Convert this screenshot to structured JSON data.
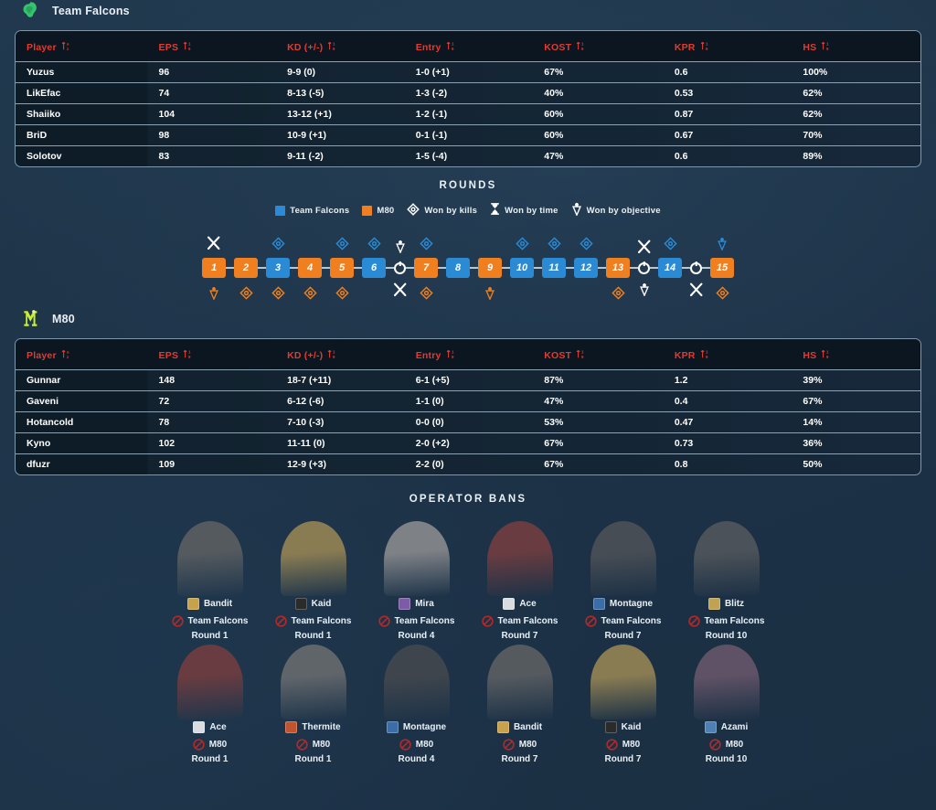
{
  "teams": [
    {
      "id": "team-falcons",
      "name": "Team Falcons",
      "logo_color": "#35c46e",
      "logo_icon": "falcon-head-icon",
      "columns": [
        {
          "key": "player",
          "label": "Player"
        },
        {
          "key": "eps",
          "label": "EPS"
        },
        {
          "key": "kd",
          "label": "KD (+/-)"
        },
        {
          "key": "entry",
          "label": "Entry"
        },
        {
          "key": "kost",
          "label": "KOST"
        },
        {
          "key": "kpr",
          "label": "KPR"
        },
        {
          "key": "hs",
          "label": "HS"
        }
      ],
      "rows": [
        {
          "player": "Yuzus",
          "eps": {
            "v": "96",
            "t": "norm"
          },
          "kd": {
            "v": "9-9 (0)",
            "t": "norm"
          },
          "entry": {
            "v": "1-0 (+1)",
            "t": "good"
          },
          "kost": {
            "v": "67%",
            "t": "good"
          },
          "kpr": {
            "v": "0.6",
            "t": "norm"
          },
          "hs": {
            "v": "100%",
            "t": "good"
          }
        },
        {
          "player": "LikEfac",
          "eps": {
            "v": "74",
            "t": "bad"
          },
          "kd": {
            "v": "8-13 (-5)",
            "t": "bad"
          },
          "entry": {
            "v": "1-3 (-2)",
            "t": "norm"
          },
          "kost": {
            "v": "40%",
            "t": "bad"
          },
          "kpr": {
            "v": "0.53",
            "t": "bad"
          },
          "hs": {
            "v": "62%",
            "t": "bad"
          }
        },
        {
          "player": "Shaiiko",
          "eps": {
            "v": "104",
            "t": "good"
          },
          "kd": {
            "v": "13-12 (+1)",
            "t": "good"
          },
          "entry": {
            "v": "1-2 (-1)",
            "t": "norm"
          },
          "kost": {
            "v": "60%",
            "t": "norm"
          },
          "kpr": {
            "v": "0.87",
            "t": "good"
          },
          "hs": {
            "v": "62%",
            "t": "bad"
          }
        },
        {
          "player": "BriD",
          "eps": {
            "v": "98",
            "t": "norm"
          },
          "kd": {
            "v": "10-9 (+1)",
            "t": "good"
          },
          "entry": {
            "v": "0-1 (-1)",
            "t": "norm"
          },
          "kost": {
            "v": "60%",
            "t": "norm"
          },
          "kpr": {
            "v": "0.67",
            "t": "norm"
          },
          "hs": {
            "v": "70%",
            "t": "norm"
          }
        },
        {
          "player": "Solotov",
          "eps": {
            "v": "83",
            "t": "norm"
          },
          "kd": {
            "v": "9-11 (-2)",
            "t": "norm"
          },
          "entry": {
            "v": "1-5 (-4)",
            "t": "bad"
          },
          "kost": {
            "v": "47%",
            "t": "norm"
          },
          "kpr": {
            "v": "0.6",
            "t": "norm"
          },
          "hs": {
            "v": "89%",
            "t": "norm"
          }
        }
      ]
    },
    {
      "id": "m80",
      "name": "M80",
      "logo_color": "#c8f030",
      "logo_icon": "m80-letter-icon",
      "columns": [
        {
          "key": "player",
          "label": "Player"
        },
        {
          "key": "eps",
          "label": "EPS"
        },
        {
          "key": "kd",
          "label": "KD (+/-)"
        },
        {
          "key": "entry",
          "label": "Entry"
        },
        {
          "key": "kost",
          "label": "KOST"
        },
        {
          "key": "kpr",
          "label": "KPR"
        },
        {
          "key": "hs",
          "label": "HS"
        }
      ],
      "rows": [
        {
          "player": "Gunnar",
          "eps": {
            "v": "148",
            "t": "good"
          },
          "kd": {
            "v": "18-7 (+11)",
            "t": "good"
          },
          "entry": {
            "v": "6-1 (+5)",
            "t": "good"
          },
          "kost": {
            "v": "87%",
            "t": "good"
          },
          "kpr": {
            "v": "1.2",
            "t": "good"
          },
          "hs": {
            "v": "39%",
            "t": "norm"
          }
        },
        {
          "player": "Gaveni",
          "eps": {
            "v": "72",
            "t": "bad"
          },
          "kd": {
            "v": "6-12 (-6)",
            "t": "bad"
          },
          "entry": {
            "v": "1-1 (0)",
            "t": "bad"
          },
          "kost": {
            "v": "47%",
            "t": "bad"
          },
          "kpr": {
            "v": "0.4",
            "t": "bad"
          },
          "hs": {
            "v": "67%",
            "t": "good"
          }
        },
        {
          "player": "Hotancold",
          "eps": {
            "v": "78",
            "t": "norm"
          },
          "kd": {
            "v": "7-10 (-3)",
            "t": "norm"
          },
          "entry": {
            "v": "0-0 (0)",
            "t": "bad"
          },
          "kost": {
            "v": "53%",
            "t": "norm"
          },
          "kpr": {
            "v": "0.47",
            "t": "norm"
          },
          "hs": {
            "v": "14%",
            "t": "bad"
          }
        },
        {
          "player": "Kyno",
          "eps": {
            "v": "102",
            "t": "norm"
          },
          "kd": {
            "v": "11-11 (0)",
            "t": "norm"
          },
          "entry": {
            "v": "2-0 (+2)",
            "t": "norm"
          },
          "kost": {
            "v": "67%",
            "t": "norm"
          },
          "kpr": {
            "v": "0.73",
            "t": "norm"
          },
          "hs": {
            "v": "36%",
            "t": "norm"
          }
        },
        {
          "player": "dfuzr",
          "eps": {
            "v": "109",
            "t": "norm"
          },
          "kd": {
            "v": "12-9 (+3)",
            "t": "norm"
          },
          "entry": {
            "v": "2-2 (0)",
            "t": "bad"
          },
          "kost": {
            "v": "67%",
            "t": "norm"
          },
          "kpr": {
            "v": "0.8",
            "t": "norm"
          },
          "hs": {
            "v": "50%",
            "t": "norm"
          }
        }
      ]
    }
  ],
  "rounds_section": {
    "title": "ROUNDS",
    "legend": [
      {
        "type": "swatch",
        "color": "#2a8ad4",
        "label": "Team Falcons",
        "icon": "blue-square-icon"
      },
      {
        "type": "swatch",
        "color": "#ef7f1f",
        "label": "M80",
        "icon": "orange-square-icon"
      },
      {
        "type": "icon",
        "icon": "kills-diamond-icon",
        "label": "Won by kills"
      },
      {
        "type": "icon",
        "icon": "hourglass-icon",
        "label": "Won by time"
      },
      {
        "type": "icon",
        "icon": "defuser-icon",
        "label": "Won by objective"
      }
    ],
    "rounds": [
      {
        "number": "1",
        "winner": "m80",
        "top_icon": "swords",
        "bottom_icon": "defuser"
      },
      {
        "number": "2",
        "winner": "m80",
        "top_icon": "none",
        "bottom_icon": "kills"
      },
      {
        "number": "3",
        "winner": "team-falcons",
        "top_icon": "kills",
        "bottom_icon": "kills"
      },
      {
        "number": "4",
        "winner": "m80",
        "top_icon": "none",
        "bottom_icon": "kills"
      },
      {
        "number": "5",
        "winner": "m80",
        "top_icon": "kills",
        "bottom_icon": "kills"
      },
      {
        "number": "6",
        "winner": "team-falcons",
        "top_icon": "kills",
        "bottom_icon": "none"
      },
      {
        "number": "7",
        "winner": "m80",
        "top_icon": "kills",
        "bottom_icon": "kills"
      },
      {
        "number": "8",
        "winner": "team-falcons",
        "top_icon": "none",
        "bottom_icon": "none"
      },
      {
        "number": "9",
        "winner": "m80",
        "top_icon": "none",
        "bottom_icon": "defuser"
      },
      {
        "number": "10",
        "winner": "team-falcons",
        "top_icon": "kills",
        "bottom_icon": "none"
      },
      {
        "number": "11",
        "winner": "team-falcons",
        "top_icon": "kills",
        "bottom_icon": "none"
      },
      {
        "number": "12",
        "winner": "team-falcons",
        "top_icon": "kills",
        "bottom_icon": "none"
      },
      {
        "number": "13",
        "winner": "m80",
        "top_icon": "none",
        "bottom_icon": "kills"
      },
      {
        "number": "14",
        "winner": "team-falcons",
        "top_icon": "kills",
        "bottom_icon": "none"
      },
      {
        "number": "15",
        "winner": "m80",
        "top_icon": "defuser",
        "bottom_icon": "kills"
      }
    ],
    "separators": [
      {
        "after_round": "6",
        "top_icon": "defuser",
        "bottom_icon": "swords"
      },
      {
        "after_round": "13",
        "top_icon": "swords",
        "bottom_icon": "defuser"
      },
      {
        "after_round": "14",
        "top_icon": "none",
        "bottom_icon": "swords"
      }
    ]
  },
  "bans_section": {
    "title": "OPERATOR BANS",
    "bans": [
      {
        "operator": "Bandit",
        "team": "Team Falcons",
        "round": "Round 1",
        "badge_color": "#c8a24a",
        "art_color": "#5d646b",
        "icon": "operator-portrait-bandit"
      },
      {
        "operator": "Kaid",
        "team": "Team Falcons",
        "round": "Round 1",
        "badge_color": "#2b2b2b",
        "art_color": "#9b8a54",
        "icon": "operator-portrait-kaid"
      },
      {
        "operator": "Mira",
        "team": "Team Falcons",
        "round": "Round 4",
        "badge_color": "#7c5ba8",
        "art_color": "#8b8f96",
        "icon": "operator-portrait-mira"
      },
      {
        "operator": "Ace",
        "team": "Team Falcons",
        "round": "Round 7",
        "badge_color": "#d9dde0",
        "art_color": "#7a4147",
        "icon": "operator-portrait-ace"
      },
      {
        "operator": "Montagne",
        "team": "Team Falcons",
        "round": "Round 7",
        "badge_color": "#3b6ea8",
        "art_color": "#4e5660",
        "icon": "operator-portrait-montagne"
      },
      {
        "operator": "Blitz",
        "team": "Team Falcons",
        "round": "Round 10",
        "badge_color": "#c0a352",
        "art_color": "#535b64",
        "icon": "operator-portrait-blitz"
      },
      {
        "operator": "Ace",
        "team": "M80",
        "round": "Round 1",
        "badge_color": "#d9dde0",
        "art_color": "#7a4147",
        "icon": "operator-portrait-ace"
      },
      {
        "operator": "Thermite",
        "team": "M80",
        "round": "Round 1",
        "badge_color": "#c0542e",
        "art_color": "#6a7077",
        "icon": "operator-portrait-thermite"
      },
      {
        "operator": "Montagne",
        "team": "M80",
        "round": "Round 4",
        "badge_color": "#3b6ea8",
        "art_color": "#454d57",
        "icon": "operator-portrait-montagne"
      },
      {
        "operator": "Bandit",
        "team": "M80",
        "round": "Round 7",
        "badge_color": "#c8a24a",
        "art_color": "#5d646b",
        "icon": "operator-portrait-bandit"
      },
      {
        "operator": "Kaid",
        "team": "M80",
        "round": "Round 7",
        "badge_color": "#2b2b2b",
        "art_color": "#9b8a54",
        "icon": "operator-portrait-kaid"
      },
      {
        "operator": "Azami",
        "team": "M80",
        "round": "Round 10",
        "badge_color": "#4e7fb5",
        "art_color": "#6b5a74",
        "icon": "operator-portrait-azami"
      }
    ],
    "ban_icon": "ban-circle-slash-icon",
    "ban_icon_color": "#b02a2a"
  },
  "colors": {
    "good": "#27b465",
    "bad": "#c9474a",
    "normal": "#ffffff",
    "header_accent": "#e23b30",
    "team_falcons": "#2a8ad4",
    "m80": "#ef7f1f",
    "background": "#1d3449"
  }
}
